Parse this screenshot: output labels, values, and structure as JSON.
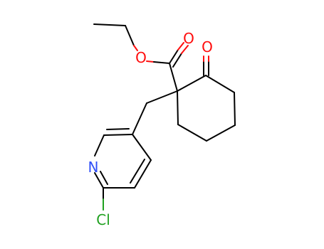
{
  "molecule": {
    "atoms": {
      "o_ester": {
        "symbol": "O",
        "color": "#ff0d0d"
      },
      "o_carbonyl_ester": {
        "symbol": "O",
        "color": "#ff0d0d"
      },
      "o_ketone": {
        "symbol": "O",
        "color": "#ff0d0d"
      },
      "n_pyridine": {
        "symbol": "N",
        "color": "#3050f8"
      },
      "cl": {
        "symbol": "Cl",
        "color": "#1fa01f"
      }
    },
    "bond_color": "#000000"
  }
}
